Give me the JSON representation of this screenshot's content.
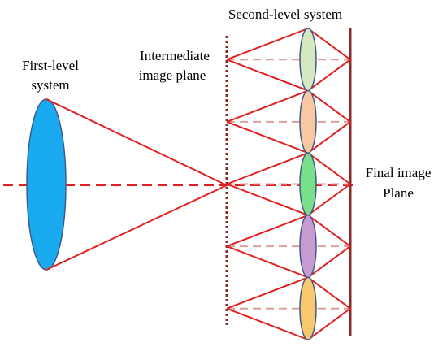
{
  "labels": {
    "first_level_line1": "First-level",
    "first_level_line2": "system",
    "second_level": "Second-level system",
    "intermediate_line1": "Intermediate",
    "intermediate_line2": "image plane",
    "final_line1": "Final image",
    "final_line2": "Plane"
  },
  "colors": {
    "ray": "#e02020",
    "first_lens": "#1aaaf0",
    "intermediate_plane": "#8b2a2a",
    "final_plane": "#8b2a2a",
    "sub_axis": "#d9a0a0",
    "lenslets": [
      "#d6e8c0",
      "#f8c9a0",
      "#79e08a",
      "#c89ad2",
      "#f8c86a"
    ]
  },
  "lenslet_count": 5
}
